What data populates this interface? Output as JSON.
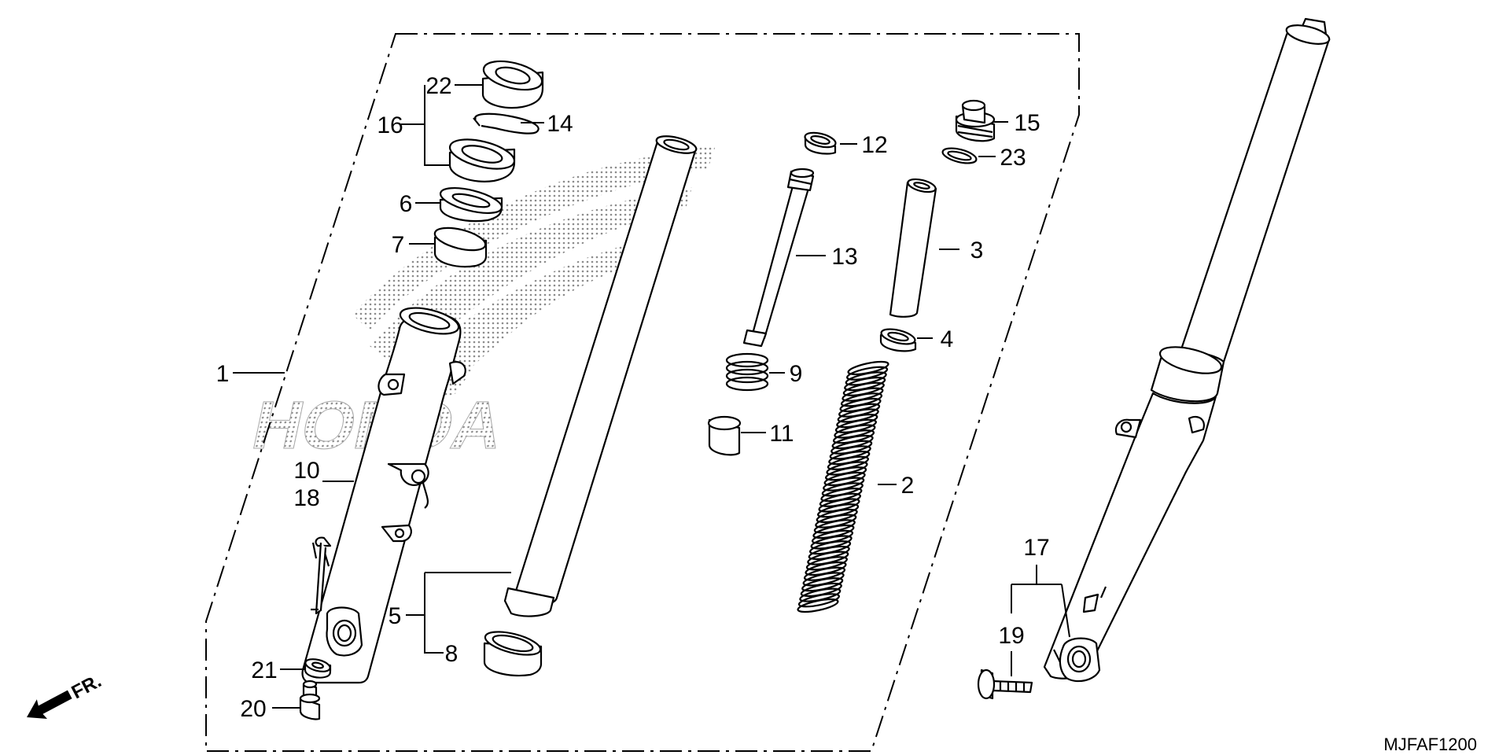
{
  "callouts": {
    "c1": "1",
    "c2": "2",
    "c3": "3",
    "c4": "4",
    "c5": "5",
    "c6": "6",
    "c7": "7",
    "c8": "8",
    "c9": "9",
    "c10": "10",
    "c11": "11",
    "c12": "12",
    "c13": "13",
    "c14": "14",
    "c15": "15",
    "c16": "16",
    "c17": "17",
    "c18": "18",
    "c19": "19",
    "c20": "20",
    "c21": "21",
    "c22": "22",
    "c23": "23"
  },
  "watermark": {
    "text": "HONDA"
  },
  "direction": {
    "label": "FR."
  },
  "diagram_code": "MJFAF1200"
}
